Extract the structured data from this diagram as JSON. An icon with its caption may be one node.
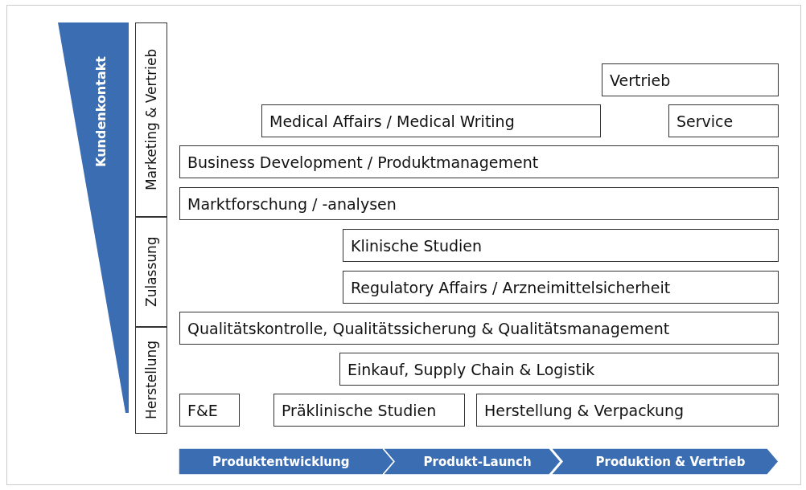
{
  "diagram": {
    "nodes": [
      {
        "text": [
          "Kundenkontakt"
        ]
      },
      {
        "text": [
          "Marketing & Vertrieb"
        ]
      },
      {
        "text": [
          "Zulassung"
        ]
      },
      {
        "text": [
          "Herstellung"
        ]
      },
      {
        "text": [
          "Vertrieb"
        ]
      },
      {
        "text": [
          "Medical Affairs / Medical Writing"
        ]
      },
      {
        "text": [
          "Service"
        ]
      },
      {
        "text": [
          "Business Development / Produktmanagement"
        ]
      },
      {
        "text": [
          "Marktforschung / -analysen"
        ]
      },
      {
        "text": [
          "Klinische Studien"
        ]
      },
      {
        "text": [
          "Regulatory Affairs / Arzneimittelsicherheit"
        ]
      },
      {
        "text": [
          "Qualitätskontrolle, Qualitätssicherung & Qualitätsmanagement"
        ]
      },
      {
        "text": [
          "Einkauf, Supply Chain & Logistik"
        ]
      },
      {
        "text": [
          "F&E"
        ]
      },
      {
        "text": [
          "Präklinische Studien"
        ]
      },
      {
        "text": [
          "Herstellung & Verpackung"
        ]
      },
      {
        "text": [
          "Produktentwicklung"
        ]
      },
      {
        "text": [
          "Produkt-Launch"
        ]
      },
      {
        "text": [
          "Produktion & Vertrieb"
        ]
      }
    ],
    "edges": []
  }
}
